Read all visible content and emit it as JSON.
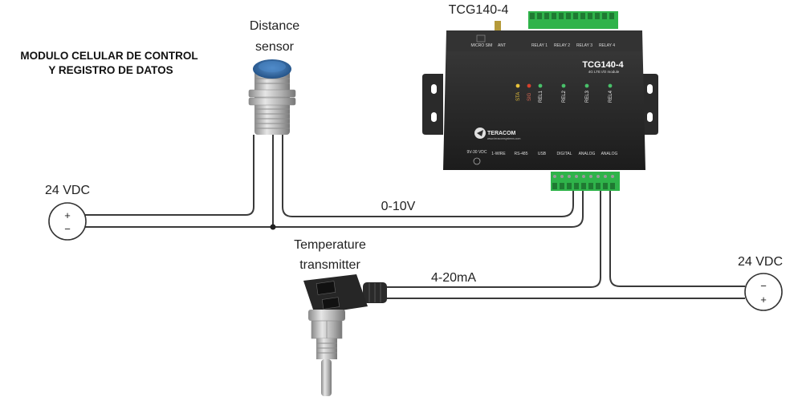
{
  "title": {
    "line1": "MODULO CELULAR DE CONTROL",
    "line2": "Y REGISTRO DE DATOS"
  },
  "device": {
    "name_top": "TCG140-4",
    "name_plate": "TCG140-4",
    "subtitle": "4G LTE I/O module",
    "brand": "TERACOM",
    "brand_url": "www.teracomsystems.com",
    "leds": [
      "STA",
      "SIG",
      "REL1",
      "REL2",
      "REL3",
      "REL4"
    ],
    "relay_labels": [
      "RELAY 1",
      "RELAY 2",
      "RELAY 3",
      "RELAY 4"
    ],
    "top_port_labels": [
      "MICRO SIM",
      "ANT"
    ],
    "bottom_port_labels": [
      "1-WIRE",
      "RS-485",
      "USB",
      "DIGITAL",
      "ANALOG",
      "ANALOG"
    ],
    "power_label": "9V-30 VDC"
  },
  "distance_sensor": {
    "label_line1": "Distance",
    "label_line2": "sensor"
  },
  "temperature_transmitter": {
    "label_line1": "Temperature",
    "label_line2": "transmitter"
  },
  "signals": {
    "voltage": "0-10V",
    "current": "4-20mA"
  },
  "supply_left": {
    "label": "24 VDC",
    "top_symbol": "+",
    "bottom_symbol": "−"
  },
  "supply_right": {
    "label": "24 VDC",
    "top_symbol": "−",
    "bottom_symbol": "+"
  },
  "colors": {
    "wire": "#3a3a3a",
    "device_body": "#2b2b2b",
    "terminal_green": "#2fb34a",
    "sensor_cap": "#2f6fb0",
    "sensor_body": "#b8b8b8"
  }
}
